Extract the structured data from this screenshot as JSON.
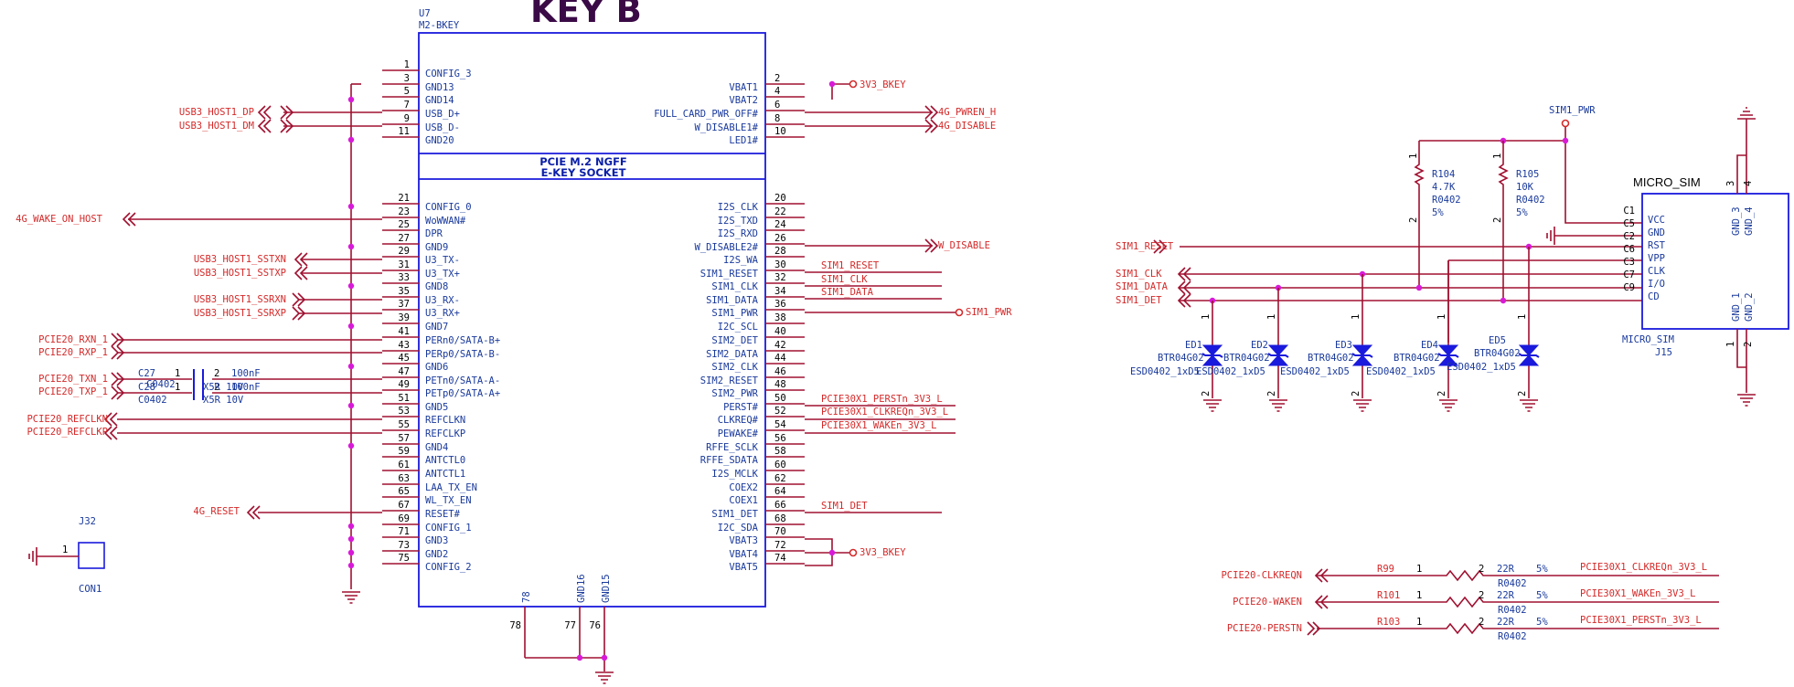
{
  "title": "KEY B",
  "u7": {
    "designator": "U7",
    "part": "M2-BKEY",
    "header": [
      "PCIE M.2 NGFF",
      "E-KEY SOCKET"
    ],
    "left_pins": [
      {
        "num": "1",
        "name": "CONFIG_3"
      },
      {
        "num": "3",
        "name": "GND13"
      },
      {
        "num": "5",
        "name": "GND14"
      },
      {
        "num": "7",
        "name": "USB_D+"
      },
      {
        "num": "9",
        "name": "USB_D-"
      },
      {
        "num": "11",
        "name": "GND20"
      },
      {
        "num": "21",
        "name": "CONFIG_0"
      },
      {
        "num": "23",
        "name": "WoWWAN#"
      },
      {
        "num": "25",
        "name": "DPR"
      },
      {
        "num": "27",
        "name": "GND9"
      },
      {
        "num": "29",
        "name": "U3_TX-"
      },
      {
        "num": "31",
        "name": "U3_TX+"
      },
      {
        "num": "33",
        "name": "GND8"
      },
      {
        "num": "35",
        "name": "U3_RX-"
      },
      {
        "num": "37",
        "name": "U3_RX+"
      },
      {
        "num": "39",
        "name": "GND7"
      },
      {
        "num": "41",
        "name": "PERn0/SATA-B+"
      },
      {
        "num": "43",
        "name": "PERp0/SATA-B-"
      },
      {
        "num": "45",
        "name": "GND6"
      },
      {
        "num": "47",
        "name": "PETn0/SATA-A-"
      },
      {
        "num": "49",
        "name": "PETp0/SATA-A+"
      },
      {
        "num": "51",
        "name": "GND5"
      },
      {
        "num": "53",
        "name": "REFCLKN"
      },
      {
        "num": "55",
        "name": "REFCLKP"
      },
      {
        "num": "57",
        "name": "GND4"
      },
      {
        "num": "59",
        "name": "ANTCTL0"
      },
      {
        "num": "61",
        "name": "ANTCTL1"
      },
      {
        "num": "63",
        "name": "LAA_TX_EN"
      },
      {
        "num": "65",
        "name": "WL_TX_EN"
      },
      {
        "num": "67",
        "name": "RESET#"
      },
      {
        "num": "69",
        "name": "CONFIG_1"
      },
      {
        "num": "71",
        "name": "GND3"
      },
      {
        "num": "73",
        "name": "GND2"
      },
      {
        "num": "75",
        "name": "CONFIG_2"
      }
    ],
    "right_pins": [
      {
        "num": "2",
        "name": "VBAT1"
      },
      {
        "num": "4",
        "name": "VBAT2"
      },
      {
        "num": "6",
        "name": "FULL_CARD_PWR_OFF#"
      },
      {
        "num": "8",
        "name": "W_DISABLE1#"
      },
      {
        "num": "10",
        "name": "LED1#"
      },
      {
        "num": "20",
        "name": "I2S_CLK"
      },
      {
        "num": "22",
        "name": "I2S_TXD"
      },
      {
        "num": "24",
        "name": "I2S_RXD"
      },
      {
        "num": "26",
        "name": "W_DISABLE2#"
      },
      {
        "num": "28",
        "name": "I2S_WA"
      },
      {
        "num": "30",
        "name": "SIM1_RESET"
      },
      {
        "num": "32",
        "name": "SIM1_CLK"
      },
      {
        "num": "34",
        "name": "SIM1_DATA"
      },
      {
        "num": "36",
        "name": "SIM1_PWR"
      },
      {
        "num": "38",
        "name": "I2C_SCL"
      },
      {
        "num": "40",
        "name": "SIM2_DET"
      },
      {
        "num": "42",
        "name": "SIM2_DATA"
      },
      {
        "num": "44",
        "name": "SIM2_CLK"
      },
      {
        "num": "46",
        "name": "SIM2_RESET"
      },
      {
        "num": "48",
        "name": "SIM2_PWR"
      },
      {
        "num": "50",
        "name": "PERST#"
      },
      {
        "num": "52",
        "name": "CLKREQ#"
      },
      {
        "num": "54",
        "name": "PEWAKE#"
      },
      {
        "num": "56",
        "name": "RFFE_SCLK"
      },
      {
        "num": "58",
        "name": "RFFE_SDATA"
      },
      {
        "num": "60",
        "name": "I2S_MCLK"
      },
      {
        "num": "62",
        "name": "COEX2"
      },
      {
        "num": "64",
        "name": "COEX1"
      },
      {
        "num": "66",
        "name": "SIM1_DET"
      },
      {
        "num": "68",
        "name": "I2C_SDA"
      },
      {
        "num": "70",
        "name": "VBAT3"
      },
      {
        "num": "72",
        "name": "VBAT4"
      },
      {
        "num": "74",
        "name": "VBAT5"
      }
    ],
    "bottom_pins": [
      {
        "num": "78",
        "name": "78"
      },
      {
        "num": "77",
        "name": "GND16"
      },
      {
        "num": "76",
        "name": "GND15"
      }
    ]
  },
  "left_nets": {
    "usb_dp": "USB3_HOST1_DP",
    "usb_dm": "USB3_HOST1_DM",
    "wake": "4G_WAKE_ON_HOST",
    "sstxn": "USB3_HOST1_SSTXN",
    "sstxp": "USB3_HOST1_SSTXP",
    "ssrxn": "USB3_HOST1_SSRXN",
    "ssrxp": "USB3_HOST1_SSRXP",
    "rxn": "PCIE20_RXN_1",
    "rxp": "PCIE20_RXP_1",
    "txn": "PCIE20_TXN_1",
    "txp": "PCIE20_TXP_1",
    "refclkn": "PCIE20_REFCLKN",
    "refclkp": "PCIE20_REFCLKP",
    "reset": "4G_RESET"
  },
  "caps": {
    "c27": "C27",
    "c28": "C28",
    "c0402a": "C0402",
    "c0402b": "C0402",
    "n1a": "1",
    "n1b": "1",
    "n2a": "2",
    "n2b": "2",
    "v1": "100nF",
    "v2": "100nF",
    "d1": "X5R 10V",
    "d2": "X5R 10V"
  },
  "right_nets": {
    "v3_top": "3V3_BKEY",
    "pwren": "4G_PWREN_H",
    "disable": "4G_DISABLE",
    "w_disable": "W_DISABLE",
    "sim_reset": "SIM1_RESET",
    "sim_clk": "SIM1_CLK",
    "sim_data": "SIM1_DATA",
    "sim_pwr": "SIM1_PWR",
    "perst": "PCIE30X1_PERSTn_3V3_L",
    "clkreq": "PCIE30X1_CLKREQn_3V3_L",
    "waken": "PCIE30X1_WAKEn_3V3_L",
    "sim_det": "SIM1_DET",
    "v3_bot": "3V3_BKEY"
  },
  "j32": {
    "ref": "J32",
    "pin": "1",
    "part": "CON1"
  },
  "sim": {
    "pwr_label": "SIM1_PWR",
    "r104": {
      "ref": "R104",
      "val": "4.7K",
      "pkg": "R0402",
      "tol": "5%",
      "p1": "1",
      "p2": "2"
    },
    "r105": {
      "ref": "R105",
      "val": "10K",
      "pkg": "R0402",
      "tol": "5%",
      "p1": "1",
      "p2": "2"
    },
    "nets": {
      "rst": "SIM1_RESET",
      "clk": "SIM1_CLK",
      "data": "SIM1_DATA",
      "det": "SIM1_DET"
    },
    "j15": {
      "title": "MICRO_SIM",
      "part": "MICRO_SIM",
      "ref": "J15",
      "pins": [
        {
          "num": "C1",
          "name": "VCC"
        },
        {
          "num": "C5",
          "name": "GND"
        },
        {
          "num": "C2",
          "name": "RST"
        },
        {
          "num": "C6",
          "name": "VPP"
        },
        {
          "num": "C3",
          "name": "CLK"
        },
        {
          "num": "C7",
          "name": "I/O"
        },
        {
          "num": "C9",
          "name": "CD"
        }
      ],
      "gnd3": "GND_3",
      "gnd4": "GND_4",
      "gnd1": "GND_1",
      "gnd2": "GND_2",
      "n3": "3",
      "n4": "4",
      "n1": "1",
      "n2": "2"
    },
    "esd": [
      {
        "ref": "ED1",
        "part": "BTR04G02",
        "pkg": "ESD0402_1xD5"
      },
      {
        "ref": "ED2",
        "part": "BTR04G02",
        "pkg": "ESD0402_1xD5"
      },
      {
        "ref": "ED3",
        "part": "BTR04G02",
        "pkg": "ESD0402_1xD5"
      },
      {
        "ref": "ED4",
        "part": "BTR04G02",
        "pkg": "ESD0402_1xD5"
      },
      {
        "ref": "ED5",
        "part": "BTR04G02",
        "pkg": "ESD0402_1xD5"
      }
    ],
    "pin1": "1",
    "pin2": "2"
  },
  "resistors": [
    {
      "net_l": "PCIE20-CLKREQN",
      "ref": "R99",
      "p1": "1",
      "p2": "2",
      "val": "22R",
      "tol": "5%",
      "pkg": "R0402",
      "net_r": "PCIE30X1_CLKREQn_3V3_L"
    },
    {
      "net_l": "PCIE20-WAKEN",
      "ref": "R101",
      "p1": "1",
      "p2": "2",
      "val": "22R",
      "tol": "5%",
      "pkg": "R0402",
      "net_r": "PCIE30X1_WAKEn_3V3_L"
    },
    {
      "net_l": "PCIE20-PERSTN",
      "ref": "R103",
      "p1": "1",
      "p2": "2",
      "val": "22R",
      "tol": "5%",
      "pkg": "R0402",
      "net_r": "PCIE30X1_PERSTn_3V3_L"
    }
  ]
}
